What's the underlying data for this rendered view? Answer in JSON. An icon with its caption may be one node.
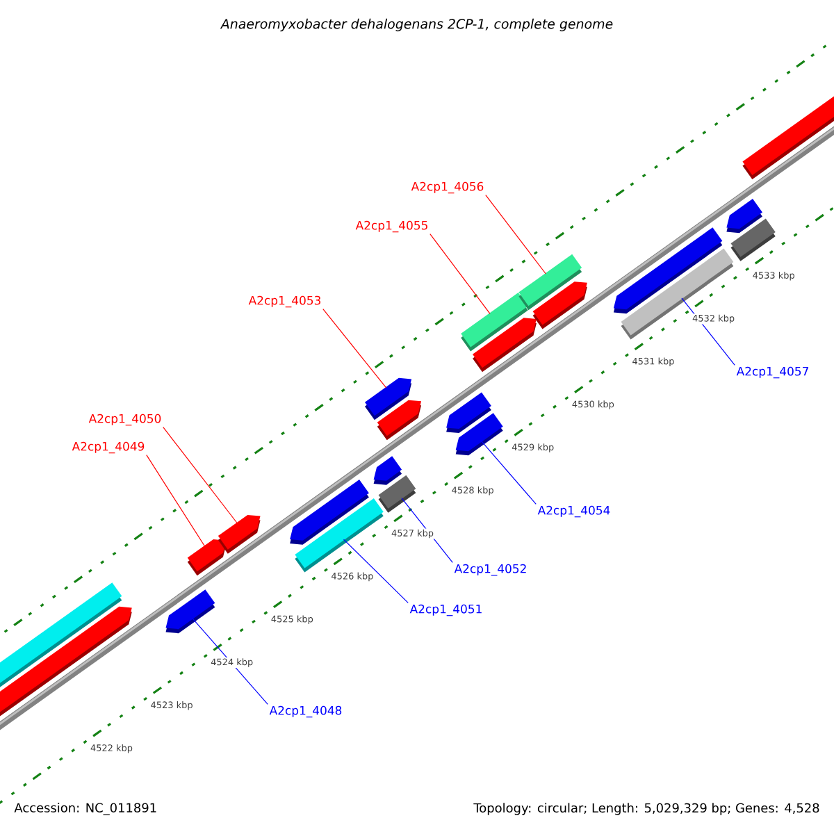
{
  "diagram": {
    "title": "Anaeromyxobacter dehalogenans 2CP-1, complete genome",
    "nodes": [
      {
        "text": [
          "A2cp1_4056"
        ]
      },
      {
        "text": [
          "A2cp1_4055"
        ]
      },
      {
        "text": [
          "A2cp1_4053"
        ]
      },
      {
        "text": [
          "A2cp1_4057"
        ]
      },
      {
        "text": [
          "A2cp1_4050"
        ]
      },
      {
        "text": [
          "A2cp1_4049"
        ]
      },
      {
        "text": [
          "A2cp1_4054"
        ]
      },
      {
        "text": [
          "A2cp1_4052"
        ]
      },
      {
        "text": [
          "A2cp1_4051"
        ]
      },
      {
        "text": [
          "A2cp1_4048"
        ]
      },
      {
        "text": [],
        "shape": "bar"
      },
      {
        "text": [],
        "shape": "bar"
      },
      {
        "text": [],
        "shape": "bar"
      },
      {
        "text": [],
        "shape": "bar"
      },
      {
        "text": [],
        "shape": "bar"
      },
      {
        "text": [],
        "shape": "bar"
      },
      {
        "text": [],
        "shape": "bar"
      },
      {
        "text": [],
        "shape": "bar"
      },
      {
        "text": [],
        "shape": "bar"
      },
      {
        "text": [],
        "shape": "bar"
      },
      {
        "text": [],
        "shape": "bar"
      },
      {
        "text": [],
        "shape": "bar"
      },
      {
        "text": [],
        "shape": "bar"
      },
      {
        "text": [],
        "shape": "bar"
      },
      {
        "text": [],
        "shape": "bar"
      },
      {
        "text": [],
        "shape": "bar"
      },
      {
        "text": [],
        "shape": "bar"
      },
      {
        "text": [],
        "shape": "bar"
      },
      {
        "text": [],
        "shape": "bar"
      },
      {
        "text": [],
        "shape": "bar"
      },
      {
        "text": [],
        "shape": "bar"
      },
      {
        "text": [],
        "shape": "bar"
      }
    ],
    "edges": [
      {
        "from": 0,
        "to": 25,
        "arrow": "none",
        "color": "#ff0000"
      },
      {
        "from": 1,
        "to": 24,
        "arrow": "none",
        "color": "#ff0000"
      },
      {
        "from": 2,
        "to": 20,
        "arrow": "none",
        "color": "#ff0000"
      },
      {
        "from": 3,
        "to": 27,
        "arrow": "none",
        "color": "#0000ff"
      },
      {
        "from": 4,
        "to": 14,
        "arrow": "none",
        "color": "#ff0000"
      },
      {
        "from": 5,
        "to": 13,
        "arrow": "none",
        "color": "#ff0000"
      },
      {
        "from": 6,
        "to": 21,
        "arrow": "none",
        "color": "#0000ff"
      },
      {
        "from": 7,
        "to": 17,
        "arrow": "none",
        "color": "#0000ff"
      },
      {
        "from": 8,
        "to": 15,
        "arrow": "none",
        "color": "#0000ff"
      },
      {
        "from": 9,
        "to": 12,
        "arrow": "none",
        "color": "#0000ff"
      }
    ],
    "labels": [
      "4522 kbp",
      "4523 kbp",
      "4524 kbp",
      "4525 kbp",
      "4526 kbp",
      "4527 kbp",
      "4528 kbp",
      "4529 kbp",
      "4530 kbp",
      "4531 kbp",
      "4532 kbp",
      "4533 kbp",
      "Accession: NC_011891",
      "Topology: circular; Length: 5,029,329 bp; Genes: 4,528"
    ]
  }
}
